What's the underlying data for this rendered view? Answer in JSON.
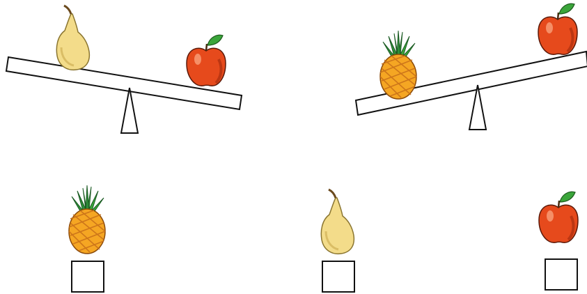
{
  "scenes": [
    {
      "id": "balance-left",
      "heavier_side": "right",
      "left_item": "pear",
      "right_item": "apple"
    },
    {
      "id": "balance-right",
      "heavier_side": "left",
      "left_item": "pineapple",
      "right_item": "apple"
    }
  ],
  "answer_items": [
    "pineapple",
    "pear",
    "apple"
  ],
  "answer_boxes": [
    {
      "value": ""
    },
    {
      "value": ""
    },
    {
      "value": ""
    }
  ],
  "colors": {
    "outline": "#111111",
    "pear_body": "#f3dc8a",
    "pear_shade": "#c9a94c",
    "apple_body": "#e64a1c",
    "apple_shade": "#9e2a0c",
    "leaf": "#3aa53a",
    "pineapple_body": "#f5a623",
    "pineapple_shade": "#c9711a",
    "pineapple_crown": "#2f8f3a"
  }
}
